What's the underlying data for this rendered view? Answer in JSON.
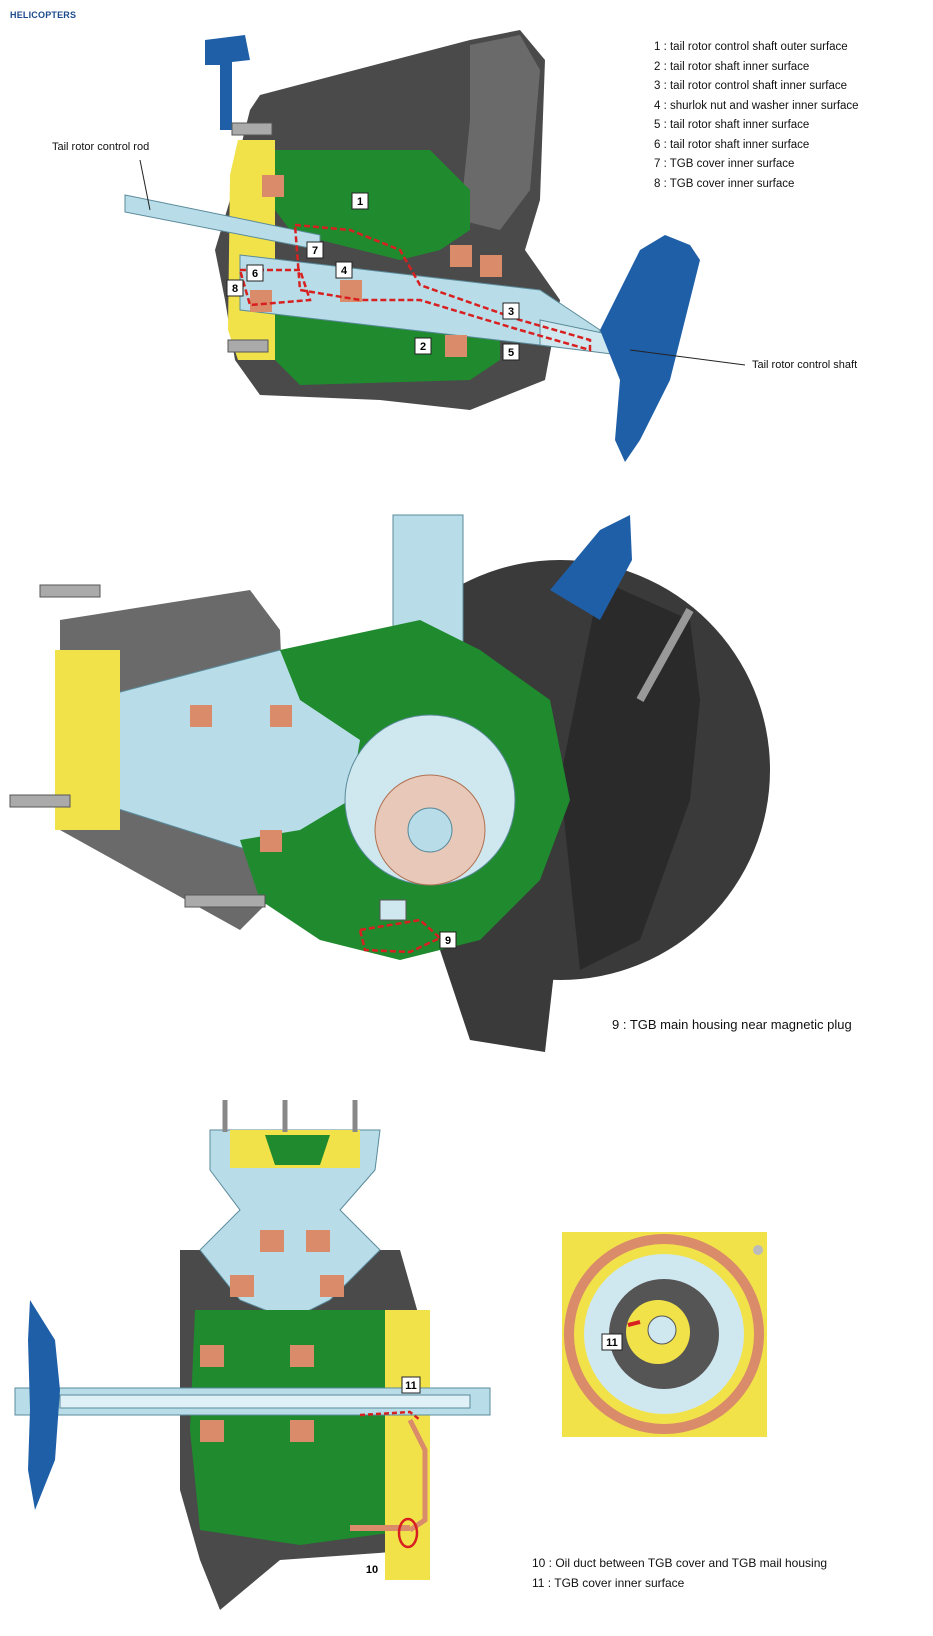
{
  "header": {
    "brand": "HELICOPTERS"
  },
  "panel1": {
    "legend": [
      "1 : tail rotor control shaft outer surface",
      "2 : tail rotor shaft inner surface",
      "3 : tail rotor control shaft inner surface",
      "4 : shurlok nut and washer inner surface",
      "5 : tail rotor shaft inner surface",
      "6 : tail rotor shaft inner surface",
      "7 : TGB cover inner surface",
      "8 : TGB cover inner surface"
    ],
    "callout_rod": "Tail rotor control rod",
    "callout_shaft": "Tail rotor control shaft",
    "markers": [
      "1",
      "2",
      "3",
      "4",
      "5",
      "6",
      "7",
      "8"
    ]
  },
  "panel2": {
    "caption": "9 : TGB main housing near magnetic plug",
    "markers": [
      "9"
    ]
  },
  "panel3": {
    "legend": [
      "10 : Oil duct between TGB cover and TGB mail housing",
      "11 : TGB cover inner surface"
    ],
    "markers": [
      "10",
      "11"
    ],
    "inset_marker": "11"
  },
  "colors": {
    "housing_grey": "#4a4a4a",
    "green_section": "#1f8a2e",
    "light_blue_shaft": "#b8dde8",
    "yellow_cover": "#f2e24a",
    "bearing_copper": "#d98b6a",
    "blue_flange": "#1f5fa8",
    "marker_red": "#d82020",
    "header_blue": "#1c4a8c"
  }
}
